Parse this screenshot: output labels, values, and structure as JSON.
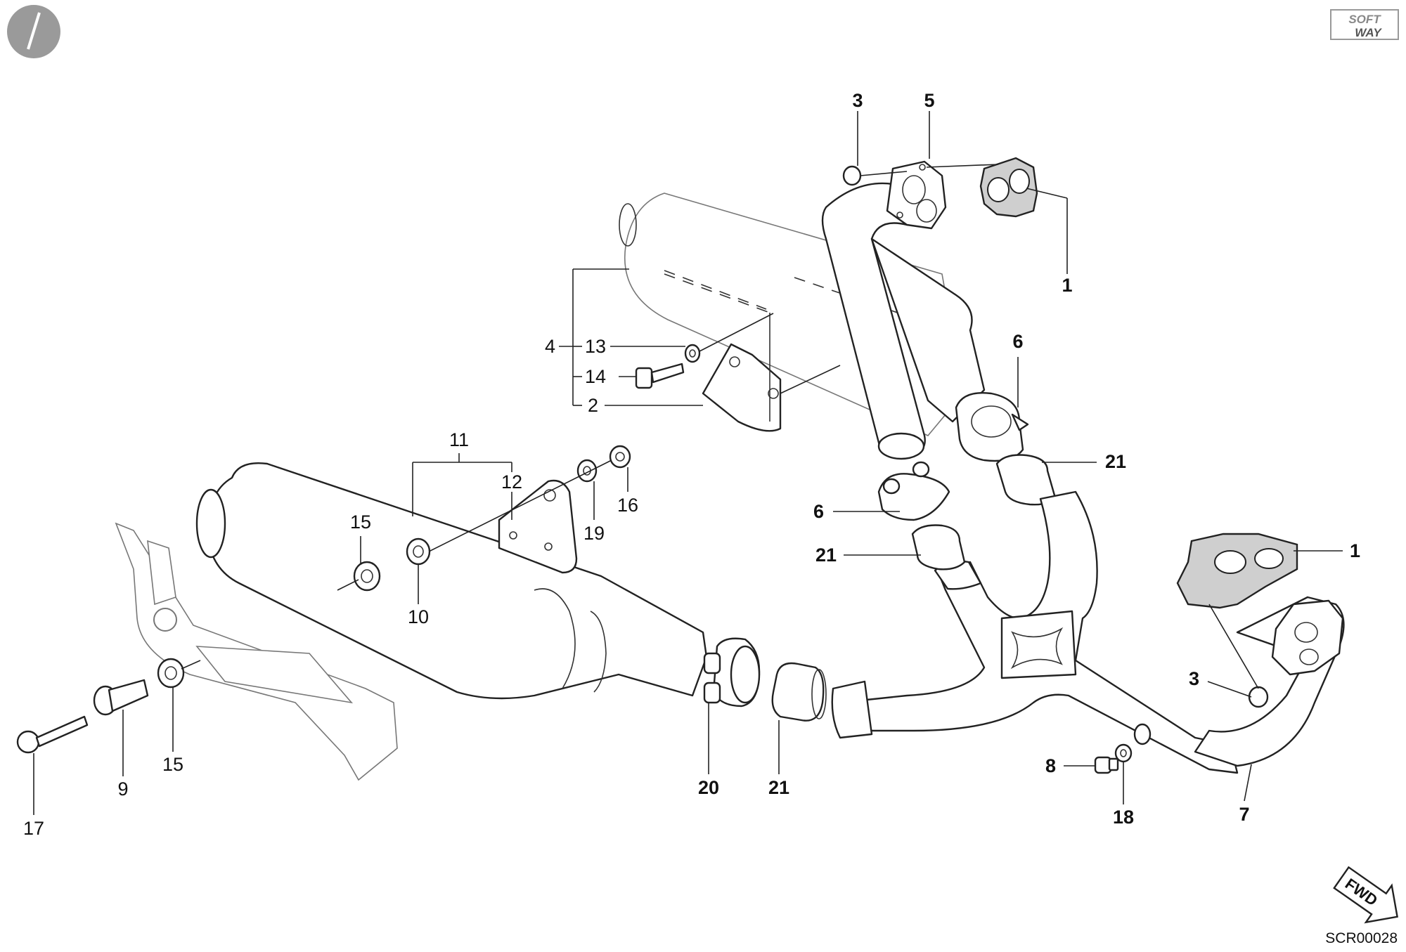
{
  "brand": {
    "logo_text": "SOFT WAY"
  },
  "drawing_code": "SCR00028",
  "direction_label": "FWD",
  "callouts": [
    {
      "id": "c3a",
      "label": "3",
      "bold": true
    },
    {
      "id": "c5",
      "label": "5",
      "bold": true
    },
    {
      "id": "c1a",
      "label": "1",
      "bold": true
    },
    {
      "id": "c6a",
      "label": "6",
      "bold": true
    },
    {
      "id": "c21a",
      "label": "21",
      "bold": true
    },
    {
      "id": "c6b",
      "label": "6",
      "bold": true
    },
    {
      "id": "c21b",
      "label": "21",
      "bold": true
    },
    {
      "id": "c1b",
      "label": "1",
      "bold": true
    },
    {
      "id": "c3b",
      "label": "3",
      "bold": true
    },
    {
      "id": "c8",
      "label": "8",
      "bold": true
    },
    {
      "id": "c18",
      "label": "18",
      "bold": true
    },
    {
      "id": "c7",
      "label": "7",
      "bold": true
    },
    {
      "id": "c20",
      "label": "20",
      "bold": true
    },
    {
      "id": "c21c",
      "label": "21",
      "bold": true
    },
    {
      "id": "c4",
      "label": "4",
      "bold": false
    },
    {
      "id": "c13",
      "label": "13",
      "bold": false
    },
    {
      "id": "c14",
      "label": "14",
      "bold": false
    },
    {
      "id": "c2",
      "label": "2",
      "bold": false
    },
    {
      "id": "c11",
      "label": "11",
      "bold": false
    },
    {
      "id": "c12",
      "label": "12",
      "bold": false
    },
    {
      "id": "c19",
      "label": "19",
      "bold": false
    },
    {
      "id": "c16",
      "label": "16",
      "bold": false
    },
    {
      "id": "c15a",
      "label": "15",
      "bold": false
    },
    {
      "id": "c10",
      "label": "10",
      "bold": false
    },
    {
      "id": "c15b",
      "label": "15",
      "bold": false
    },
    {
      "id": "c9",
      "label": "9",
      "bold": false
    },
    {
      "id": "c17",
      "label": "17",
      "bold": false
    }
  ]
}
